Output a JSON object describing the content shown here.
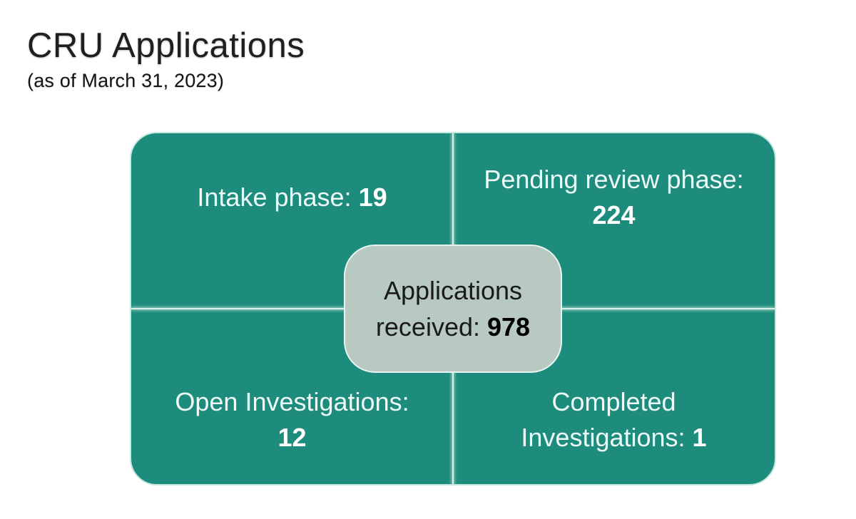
{
  "slide": {
    "title": "CRU Applications",
    "subtitle": "(as of March 31, 2023)"
  },
  "colors": {
    "quadrant_fill": "#1e8c7c",
    "center_box_fill": "#b7c9c0",
    "divider_line": "#d9f1ea",
    "quadrant_text": "#eefaf7",
    "center_text": "#1a1a1a"
  },
  "diagram": {
    "center": {
      "label": "Applications received:",
      "value": "978",
      "lines": [
        [
          {
            "t": "Applications"
          }
        ],
        [
          {
            "t": "received: "
          },
          {
            "t": "978",
            "b": true
          }
        ]
      ]
    },
    "quadrants": [
      {
        "name": "intake-phase",
        "label": "Intake phase:",
        "value": "19",
        "lines": [
          [
            {
              "t": "Intake phase: "
            },
            {
              "t": "19",
              "b": true
            }
          ]
        ]
      },
      {
        "name": "pending-review-phase",
        "label": "Pending review phase:",
        "value": "224",
        "lines": [
          [
            {
              "t": "Pending review phase:"
            }
          ],
          [
            {
              "t": "224",
              "b": true
            }
          ]
        ]
      },
      {
        "name": "open-investigations",
        "label": "Open Investigations:",
        "value": "12",
        "lines": [
          [
            {
              "t": "Open Investigations:"
            }
          ],
          [
            {
              "t": "12",
              "b": true
            }
          ]
        ]
      },
      {
        "name": "completed-investigations",
        "label": "Completed Investigations:",
        "value": "1",
        "lines": [
          [
            {
              "t": "Completed"
            }
          ],
          [
            {
              "t": "Investigations: "
            },
            {
              "t": "1",
              "b": true
            }
          ]
        ]
      }
    ]
  }
}
